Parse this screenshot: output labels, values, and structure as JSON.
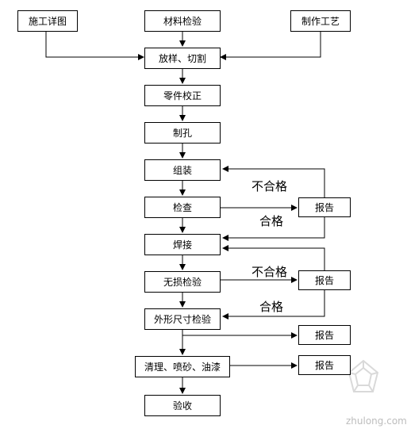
{
  "nodes": {
    "shigong": "施工详图",
    "cailiao": "材料检验",
    "zhizuo": "制作工艺",
    "fangyang": "放样、切割",
    "lingjian": "零件校正",
    "zhikong": "制孔",
    "zuzhuang": "组装",
    "jiancha": "检查",
    "hanjie": "焊接",
    "wusun": "无损检验",
    "waixing": "外形尺寸检验",
    "qingli": "清理、喷砂、油漆",
    "yanshou": "验收",
    "baogao1": "报告",
    "baogao2": "报告",
    "baogao3": "报告",
    "baogao4": "报告"
  },
  "labels": {
    "buhege1": "不合格",
    "hege1": "合格",
    "buhege2": "不合格",
    "hege2": "合格"
  },
  "watermark": "zhulong.com"
}
